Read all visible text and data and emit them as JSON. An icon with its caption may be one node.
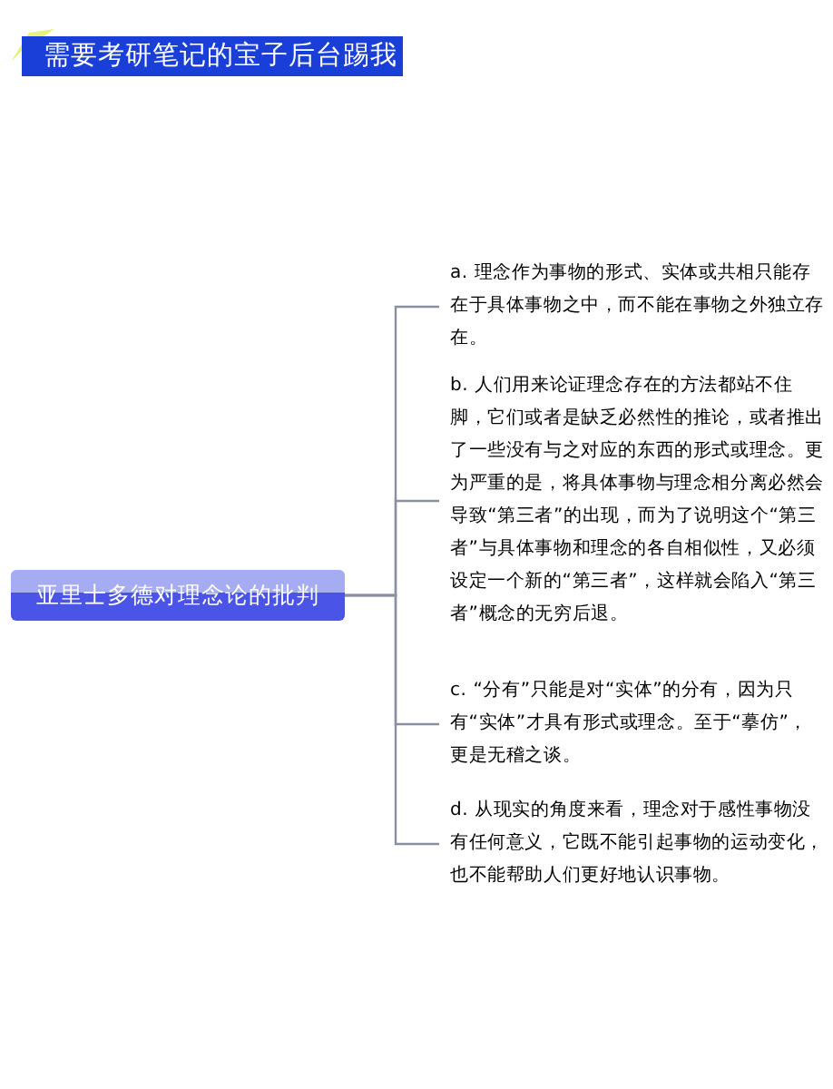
{
  "diagram": {
    "title": "需要考研笔记的宝子后台踢我",
    "nodes": [
      {
        "text": [
          "亚里士多德对理念论的批判"
        ]
      },
      {
        "text": [
          "a. 理念作为事物的形式、实体或共相只能存在于具体事物之中，而不能在事物之外独立存在。"
        ]
      },
      {
        "text": [
          "b. 人们用来论证理念存在的方法都站不住脚，它们或者是缺乏必然性的推论，或者推出了一些没有与之对应的东西的形式或理念。更为严重的是，将具体事物与理念相分离必然会导致“第三者”的出现，而为了说明这个“第三者”与具体事物和理念的各自相似性，又必须设定一个新的“第三者”，这样就会陷入“第三者”概念的无穷后退。"
        ]
      },
      {
        "text": [
          "c. “分有”只能是对“实体”的分有，因为只有“实体”才具有形式或理念。至于“摹仿”，更是无稽之谈。"
        ]
      },
      {
        "text": [
          "d. 从现实的角度来看，理念对于感性事物没有任何意义，它既不能引起事物的运动变化，也不能帮助人们更好地认识事物。"
        ]
      }
    ],
    "edges": [
      {
        "from": 0,
        "to": 1,
        "arrow": "none"
      },
      {
        "from": 0,
        "to": 2,
        "arrow": "none"
      },
      {
        "from": 0,
        "to": 3,
        "arrow": "none"
      },
      {
        "from": 0,
        "to": 4,
        "arrow": "none"
      }
    ]
  }
}
